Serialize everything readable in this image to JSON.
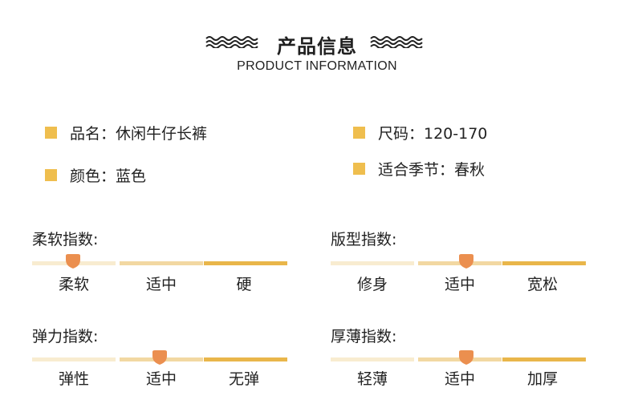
{
  "header": {
    "title": "产品信息",
    "subtitle": "PRODUCT INFORMATION"
  },
  "info": {
    "left": [
      "品名：休闲牛仔长裤",
      "颜色：蓝色"
    ],
    "right": [
      "尺码：120-170",
      "适合季节：春秋"
    ]
  },
  "indices": [
    {
      "title": "柔软指数:",
      "labels": [
        "柔软",
        "适中",
        "硬"
      ],
      "level": 0.16
    },
    {
      "title": "版型指数:",
      "labels": [
        "修身",
        "适中",
        "宽松"
      ],
      "level": 0.53
    },
    {
      "title": "弹力指数:",
      "labels": [
        "弹性",
        "适中",
        "无弹"
      ],
      "level": 0.5
    },
    {
      "title": "厚薄指数:",
      "labels": [
        "轻薄",
        "适中",
        "加厚"
      ],
      "level": 0.53
    }
  ],
  "colors": {
    "square": "#EFBE4E",
    "segment_light": "#F8ECD0",
    "segment_mid": "#F2D8A2",
    "segment_dark": "#E9B64A",
    "thumb": "#EB8F4F",
    "wave": "#222222"
  }
}
